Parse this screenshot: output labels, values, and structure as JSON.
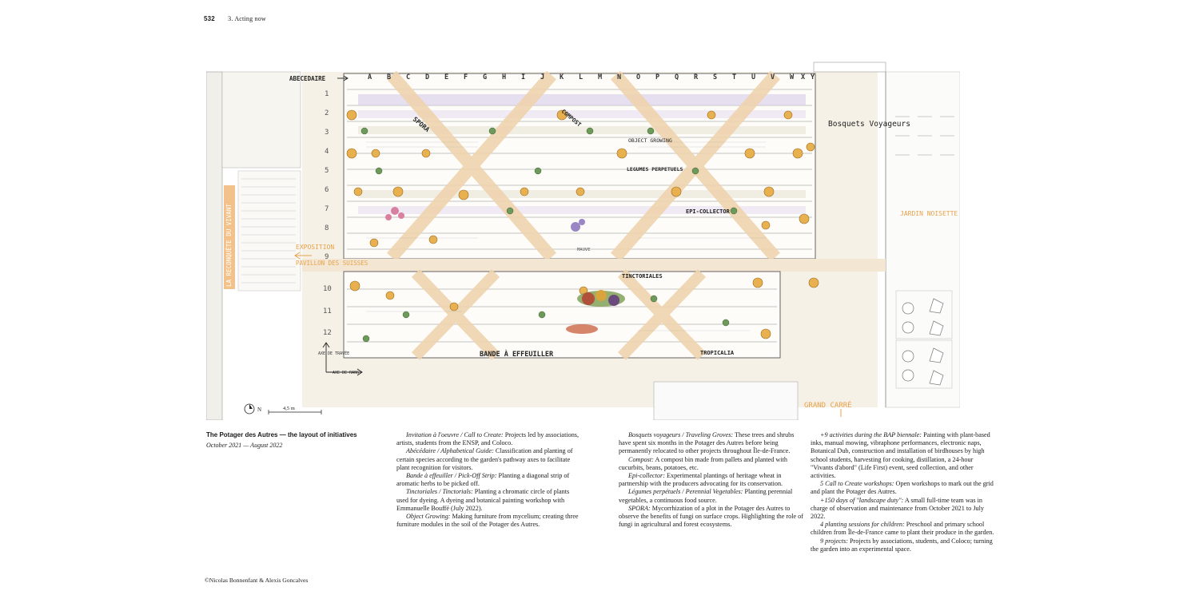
{
  "header": {
    "page_number": "532",
    "section": "3. Acting now"
  },
  "plan": {
    "columns": [
      "A",
      "B",
      "C",
      "D",
      "E",
      "F",
      "G",
      "H",
      "I",
      "J",
      "K",
      "L",
      "M",
      "N",
      "O",
      "P",
      "Q",
      "R",
      "S",
      "T",
      "U",
      "V",
      "W",
      "X",
      "Y"
    ],
    "rows": [
      "1",
      "2",
      "3",
      "4",
      "5",
      "6",
      "7",
      "8",
      "9",
      "10",
      "11",
      "12"
    ],
    "labels": {
      "abecedaire": "ABECEDAIRE",
      "spora": "SPORA",
      "compost": "COMPOST",
      "object_growing": "OBJECT GROWING",
      "legumes": "LEGUMES PERPETUELS",
      "epi": "EPI-COLLECTOR",
      "bosquets": "Bosquets Voyageurs",
      "jardin_noisette": "JARDIN NOISETTE",
      "exposition": "EXPOSITION",
      "pavillon": "PAVILLON DES SUISSES",
      "allee": "LA RECONQUÊTE DU VIVANT",
      "tinctoriales": "TINCTORIALES",
      "bande": "BANDE À EFFEUILLER",
      "tropicalia": "TROPICALIA",
      "grand_carre": "GRAND CARRÉ",
      "mauve": "MAUVE",
      "axe_travee": "AXE DE TRAVÉE",
      "axe_rang": "AXE DE RANG",
      "north": "N",
      "scale": "4,5 m"
    }
  },
  "caption": {
    "title": "The Potager des Autres — the layout of initiatives",
    "dates": "October 2021 — August 2022"
  },
  "columns": [
    [
      {
        "term": "Invitation à l'oeuvre / Call to Create:",
        "text": " Projects led by associations, artists, students from the ENSP, and Coloco."
      },
      {
        "term": "Abécédaire / Alphabetical Guide:",
        "text": " Classification and planting of certain species according to the garden's pathway axes to facilitate plant recognition for visitors."
      },
      {
        "term": "Bande à effeuiller / Pick-Off Strip:",
        "text": " Planting a diagonal strip of aromatic herbs to be picked off."
      },
      {
        "term": "Tinctoriales / Tinctorials:",
        "text": " Planting a chromatic circle of plants used for dyeing. A dyeing and botanical painting workshop with Emmanuelle Bouffé (July 2022)."
      },
      {
        "term": "Object Growing:",
        "text": " Making furniture from mycelium; creating three furniture modules in the soil of the Potager des Autres."
      }
    ],
    [
      {
        "term": "Bosquets voyageurs / Traveling Groves:",
        "text": " These trees and shrubs have spent six months in the Potager des Autres before being permanently relocated to other projects throughout Île-de-France."
      },
      {
        "term": "Compost:",
        "text": " A compost bin made from pallets and planted with cucurbits, beans, potatoes, etc."
      },
      {
        "term": "Epi-collector:",
        "text": " Experimental plantings of heritage wheat in partnership with the producers advocating for its conservation."
      },
      {
        "term": "Légumes perpétuels / Perennial Vegetables:",
        "text": " Planting perennial vegetables, a continuous food source."
      },
      {
        "term": "SPORA:",
        "text": " Mycorrhization of a plot in the Potager des Autres to observe the benefits of fungi on surface crops. Highlighting the role of fungi in agricultural and forest ecosystems."
      }
    ],
    [
      {
        "term": "+9 activities during the BAP biennale:",
        "text": " Painting with plant-based inks, manual mowing, vibraphone performances, electronic naps, Botanical Dub, construction and installation of birdhouses by high school students, harvesting for cooking, distillation, a 24-hour \"Vivants d'abord\" (Life First) event, seed collection, and other activities."
      },
      {
        "term": "5 Call to Create workshops:",
        "text": " Open workshops to mark out the grid and plant the Potager des Autres."
      },
      {
        "term": "+150 days of \"landscape duty\":",
        "text": " A small full-time team was in charge of observation and maintenance from October 2021 to July 2022."
      },
      {
        "term": "4 planting sessions for children:",
        "text": " Preschool and primary school children from Île-de-France came to plant their produce in the garden."
      },
      {
        "term": "9 projects:",
        "text": " Projects by associations, students, and Coloco; turning the garden into an experimental space."
      }
    ]
  ],
  "credit": "©Nicolas Bonnenfant & Alexis Goncalves"
}
